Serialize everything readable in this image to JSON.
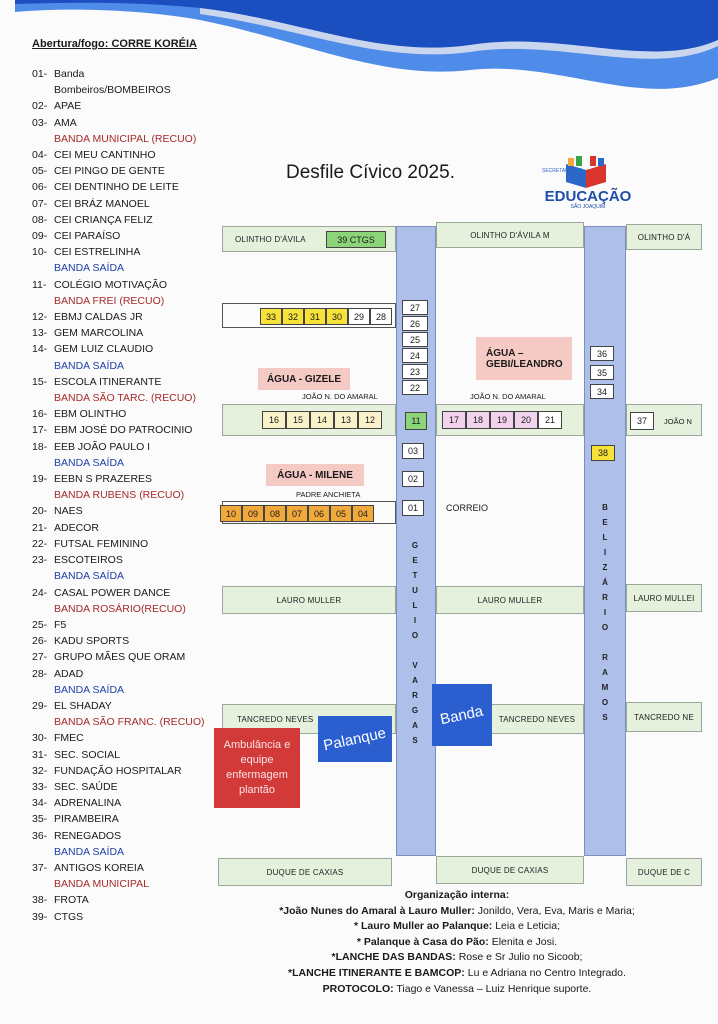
{
  "list_title": "Abertura/fogo: CORRE KORÉIA",
  "list": [
    {
      "num": "01-",
      "name": "Banda",
      "type": "normal"
    },
    {
      "num": "",
      "name": "Bombeiros/BOMBEIROS",
      "type": "normal"
    },
    {
      "num": "02-",
      "name": "APAE",
      "type": "normal"
    },
    {
      "num": "03-",
      "name": "AMA",
      "type": "normal"
    },
    {
      "num": "",
      "name": "BANDA MUNICIPAL (RECUO)",
      "type": "red"
    },
    {
      "num": "04-",
      "name": "CEI MEU CANTINHO",
      "type": "normal"
    },
    {
      "num": "05-",
      "name": "CEI PINGO DE GENTE",
      "type": "normal"
    },
    {
      "num": "06-",
      "name": "CEI DENTINHO DE LEITE",
      "type": "normal"
    },
    {
      "num": "07-",
      "name": "CEI BRÁZ MANOEL",
      "type": "normal"
    },
    {
      "num": "08-",
      "name": "CEI CRIANÇA FELIZ",
      "type": "normal"
    },
    {
      "num": "09-",
      "name": "CEI PARAÍSO",
      "type": "normal"
    },
    {
      "num": "10-",
      "name": "CEI ESTRELINHA",
      "type": "normal"
    },
    {
      "num": "",
      "name": "BANDA SAÍDA",
      "type": "blue"
    },
    {
      "num": "11-",
      "name": "COLÉGIO MOTIVAÇÃO",
      "type": "normal"
    },
    {
      "num": "",
      "name": "BANDA FREI (RECUO)",
      "type": "red"
    },
    {
      "num": "12-",
      "name": "EBMJ CALDAS JR",
      "type": "normal"
    },
    {
      "num": "13-",
      "name": "GEM MARCOLINA",
      "type": "normal"
    },
    {
      "num": "14-",
      "name": "GEM LUIZ CLAUDIO",
      "type": "normal"
    },
    {
      "num": "",
      "name": "BANDA SAÍDA",
      "type": "blue"
    },
    {
      "num": "15-",
      "name": "ESCOLA ITINERANTE",
      "type": "normal"
    },
    {
      "num": "",
      "name": "BANDA SÃO TARC. (RECUO)",
      "type": "red"
    },
    {
      "num": "16-",
      "name": "EBM OLINTHO",
      "type": "normal"
    },
    {
      "num": "17-",
      "name": "EBM JOSÉ DO PATROCINIO",
      "type": "normal"
    },
    {
      "num": "18-",
      "name": "EEB JOÃO PAULO I",
      "type": "normal"
    },
    {
      "num": "",
      "name": "BANDA SAÍDA",
      "type": "blue"
    },
    {
      "num": "19-",
      "name": "EEBN S PRAZERES",
      "type": "normal"
    },
    {
      "num": "",
      "name": "BANDA RUBENS (RECUO)",
      "type": "red"
    },
    {
      "num": "20-",
      "name": "NAES",
      "type": "normal"
    },
    {
      "num": "21-",
      "name": "ADECOR",
      "type": "normal"
    },
    {
      "num": "22-",
      "name": "FUTSAL FEMININO",
      "type": "normal"
    },
    {
      "num": "23-",
      "name": "ESCOTEIROS",
      "type": "normal"
    },
    {
      "num": "",
      "name": "BANDA SAÍDA",
      "type": "blue"
    },
    {
      "num": "24-",
      "name": "CASAL POWER DANCE",
      "type": "normal"
    },
    {
      "num": "",
      "name": "BANDA ROSÁRIO(RECUO)",
      "type": "red"
    },
    {
      "num": "25-",
      "name": "F5",
      "type": "normal"
    },
    {
      "num": "26-",
      "name": "KADU SPORTS",
      "type": "normal"
    },
    {
      "num": "27-",
      "name": "GRUPO MÃES QUE ORAM",
      "type": "normal"
    },
    {
      "num": "28-",
      "name": "ADAD",
      "type": "normal"
    },
    {
      "num": "",
      "name": "BANDA SAÍDA",
      "type": "blue"
    },
    {
      "num": "29-",
      "name": "EL SHADAY",
      "type": "normal"
    },
    {
      "num": "",
      "name": "BANDA SÃO FRANC. (RECUO)",
      "type": "red"
    },
    {
      "num": "30-",
      "name": "FMEC",
      "type": "normal"
    },
    {
      "num": "31-",
      "name": "SEC. SOCIAL",
      "type": "normal"
    },
    {
      "num": "32-",
      "name": "FUNDAÇÃO HOSPITALAR",
      "type": "normal"
    },
    {
      "num": "33-",
      "name": "SEC. SAÚDE",
      "type": "normal"
    },
    {
      "num": "34-",
      "name": "ADRENALINA",
      "type": "normal"
    },
    {
      "num": "35-",
      "name": "PIRAMBEIRA",
      "type": "normal"
    },
    {
      "num": "36-",
      "name": "RENEGADOS",
      "type": "normal"
    },
    {
      "num": "",
      "name": "BANDA SAÍDA",
      "type": "blue"
    },
    {
      "num": "37-",
      "name": "ANTIGOS KOREIA",
      "type": "normal"
    },
    {
      "num": "",
      "name": "BANDA MUNICIPAL",
      "type": "red"
    },
    {
      "num": "38-",
      "name": "FROTA",
      "type": "normal"
    },
    {
      "num": "39-",
      "name": "CTGS",
      "type": "normal"
    }
  ],
  "header": {
    "title": "Desfile Cívico 2025.",
    "logo_text": "EDUCAÇÃO",
    "logo_small": "SECRETARIA DE",
    "logo_sub": "SÃO JOAQUIM"
  },
  "streets": {
    "olintho_left": "OLINTHO D'ÁVILA",
    "ctgs": "39 CTGS",
    "olintho_mid": "OLINTHO D'ÁVILA M",
    "olintho_right": "OLINTHO D'Á",
    "joao_left": "JOÃO N. DO AMARAL",
    "joao_mid": "JOÃO N. DO AMARAL",
    "joao_right": "JOÃO N",
    "padre": "PADRE ANCHIETA",
    "correio": "CORREIO",
    "lauro_left": "LAURO MULLER",
    "lauro_mid": "LAURO MULLER",
    "lauro_right": "LAURO MULLEI",
    "tancredo_left": "TANCREDO NEVES",
    "tancredo_mid": "TANCREDO NEVES",
    "tancredo_right": "TANCREDO NE",
    "duque_left": "DUQUE DE CAXIAS",
    "duque_mid": "DUQUE DE CAXIAS",
    "duque_right": "DUQUE DE C",
    "getulio": [
      "G",
      "E",
      "T",
      "U",
      "L",
      "I",
      "O",
      "",
      "V",
      "A",
      "R",
      "G",
      "A",
      "S"
    ],
    "belizario": [
      "B",
      "E",
      "L",
      "I",
      "Z",
      "Á",
      "R",
      "I",
      "O",
      "",
      "R",
      "A",
      "M",
      "O",
      "S"
    ]
  },
  "agua": {
    "gizele": "ÁGUA - GIZELE",
    "gebi": "ÁGUA –\nGEBI/LEANDRO",
    "milene": "ÁGUA - MILENE"
  },
  "places": {
    "palanque": "Palanque",
    "banda": "Banda",
    "ambulancia": "Ambulância e equipe enfermagem plantão"
  },
  "positions": {
    "row_33_28": [
      "33",
      "32",
      "31",
      "30",
      "29",
      "28"
    ],
    "col_getulio": [
      "27",
      "26",
      "25",
      "24",
      "23",
      "22"
    ],
    "row_16_12": [
      "16",
      "15",
      "14",
      "13",
      "12"
    ],
    "n11": "11",
    "row_17_21": [
      "17",
      "18",
      "19",
      "20",
      "21"
    ],
    "col_belizario": [
      "36",
      "35",
      "34"
    ],
    "n37": "37",
    "n38": "38",
    "n03": "03",
    "n02": "02",
    "n01": "01",
    "row_10_04": [
      "10",
      "09",
      "08",
      "07",
      "06",
      "05",
      "04"
    ]
  },
  "organization": {
    "heading": "Organização interna:",
    "lines": [
      {
        "bold": "*João Nunes do Amaral à Lauro Muller:",
        "text": " Jonildo, Vera, Eva, Maris e Maria;"
      },
      {
        "bold": "* Lauro Muller ao Palanque:",
        "text": " Leia e Leticia;"
      },
      {
        "bold": "* Palanque à Casa do Pão:",
        "text": " Elenita e Josi."
      },
      {
        "bold": "*LANCHE DAS BANDAS:",
        "text": " Rose e Sr Julio no Sicoob;"
      },
      {
        "bold": "*LANCHE ITINERANTE E BAMCOP:",
        "text": " Lu e Adriana no Centro Integrado."
      },
      {
        "bold": "PROTOCOLO:",
        "text": " Tiago e Vanessa – Luiz Henrique suporte."
      }
    ]
  },
  "colors": {
    "wave_dark": "#1b4fbf",
    "wave_light": "#4f8be8",
    "avenue": "#aebfe9",
    "street": "#e5f0dd"
  }
}
